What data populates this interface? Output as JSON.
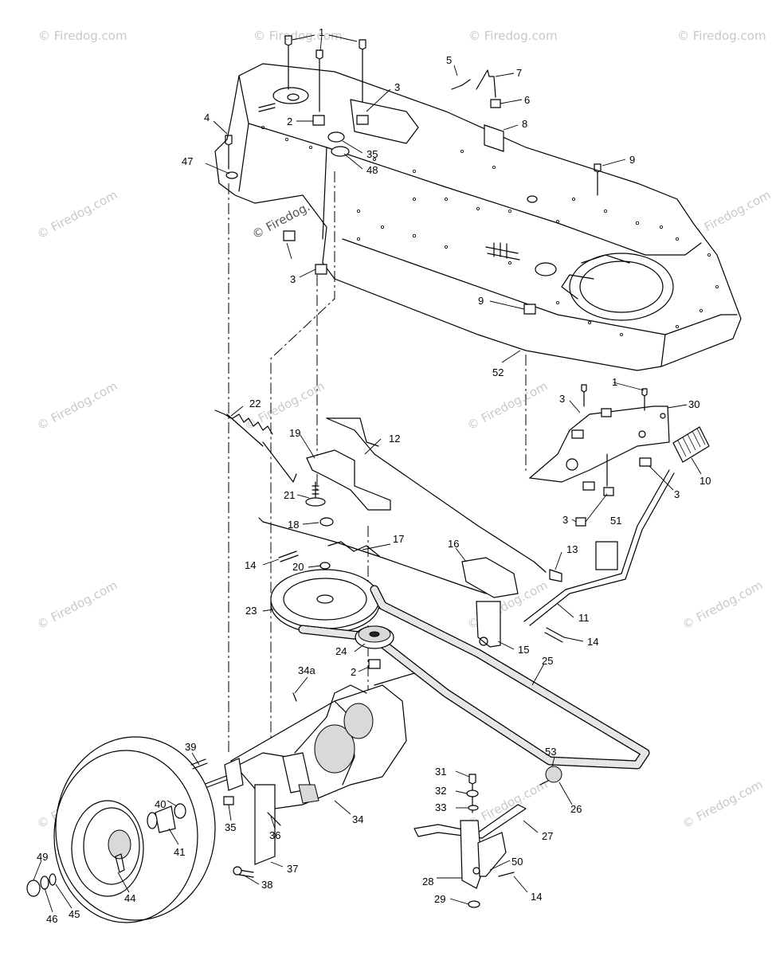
{
  "watermark": "© Firedog.com",
  "callouts": {
    "c1a": "1",
    "c3a": "3",
    "c2a": "2",
    "c4": "4",
    "c47": "47",
    "c35a": "35",
    "c48": "48",
    "c5": "5",
    "c7": "7",
    "c6": "6",
    "c8": "8",
    "c9a": "9",
    "c3b": "3",
    "c9b": "9",
    "c52": "52",
    "c1b": "1",
    "c3c": "3",
    "c30": "30",
    "c10": "10",
    "c3d": "3",
    "c3e": "3",
    "c51": "51",
    "c22": "22",
    "c19": "19",
    "c12": "12",
    "c21": "21",
    "c18": "18",
    "c14a": "14",
    "c17": "17",
    "c16": "16",
    "c13": "13",
    "c20": "20",
    "c23": "23",
    "c11": "11",
    "c24": "24",
    "c15": "15",
    "c14b": "14",
    "c25": "25",
    "c2b": "2",
    "c34a": "34a",
    "c39": "39",
    "c40": "40",
    "c41": "41",
    "c35b": "35",
    "c36": "36",
    "c34": "34",
    "c37": "37",
    "c38": "38",
    "c31": "31",
    "c32": "32",
    "c33": "33",
    "c53": "53",
    "c26": "26",
    "c27": "27",
    "c28": "28",
    "c50": "50",
    "c29": "29",
    "c14c": "14",
    "c49": "49",
    "c44": "44",
    "c46": "46",
    "c45": "45"
  }
}
